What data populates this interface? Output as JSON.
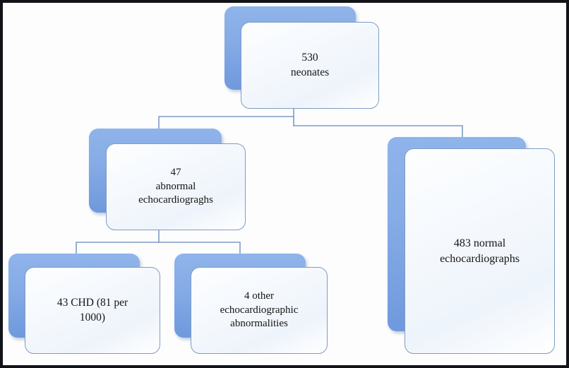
{
  "figure": {
    "type": "flowchart",
    "orientation": "top-down",
    "background_color": "#ffffff",
    "frame_color": "#111318",
    "node_shadow_color": "#87ace6",
    "node_fill_color": "#f4f8fd",
    "node_border_color": "#7e9cc4",
    "connector_color": "#7e9cc4",
    "text_color": "#151515"
  },
  "nodes": {
    "root": {
      "id": "root",
      "label": "530\nneonates",
      "count": 530,
      "name": "neonates"
    },
    "abnormal": {
      "id": "abnormal",
      "label": "47\nabnormal\nechocardiograghs",
      "count": 47,
      "name": "abnormal echocardiograghs"
    },
    "normal": {
      "id": "normal",
      "label": "483 normal\nechocardiographs",
      "count": 483,
      "name": "normal echocardiographs"
    },
    "chd": {
      "id": "chd",
      "label": "43 CHD (81 per\n1000)",
      "count": 43,
      "rate_per_1000": 81,
      "name": "CHD"
    },
    "other": {
      "id": "other",
      "label": "4 other\nechocardiographic\nabnormalities",
      "count": 4,
      "name": "other echocardiographic abnormalities"
    }
  },
  "edges": [
    {
      "from": "root",
      "to": "abnormal"
    },
    {
      "from": "root",
      "to": "normal"
    },
    {
      "from": "abnormal",
      "to": "chd"
    },
    {
      "from": "abnormal",
      "to": "other"
    }
  ]
}
